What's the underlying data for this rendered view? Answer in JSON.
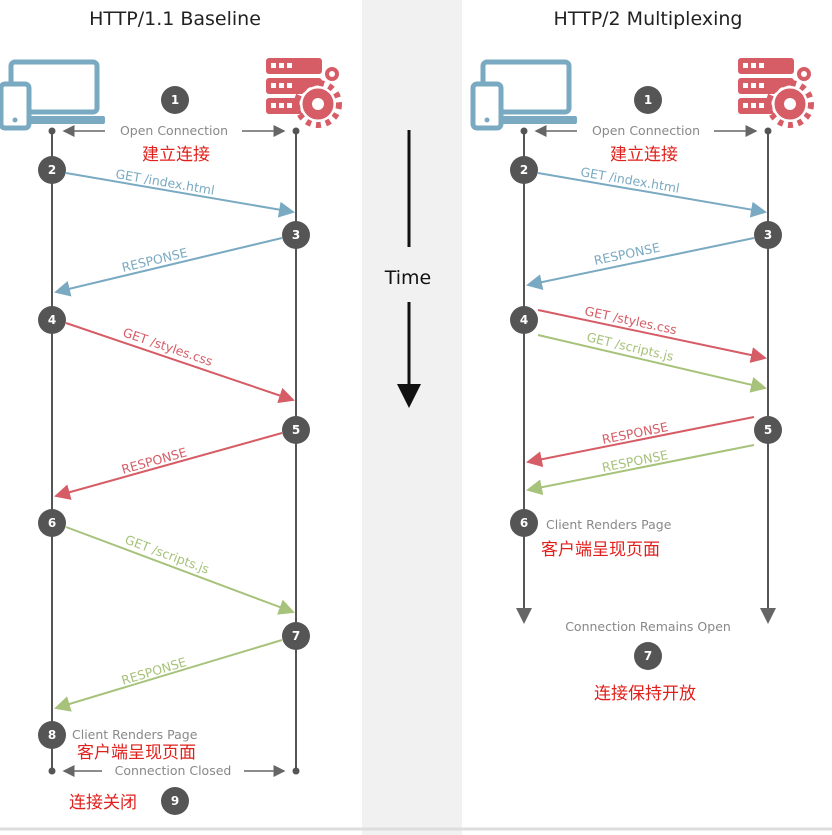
{
  "colors": {
    "blue": "#7aaac2",
    "red": "#d65c66",
    "green": "#a7c27a",
    "step": "#555555",
    "annotation": "#e0201c",
    "center_band": "#f1f1f1"
  },
  "left": {
    "title": "HTTP/1.1 Baseline",
    "client_icon": "devices-icon",
    "server_icon": "server-gear-icon",
    "open_connection": "Open Connection",
    "open_connection_cn": "建立连接",
    "steps": [
      "1",
      "2",
      "3",
      "4",
      "5",
      "6",
      "7",
      "8",
      "9"
    ],
    "messages": [
      "GET /index.html",
      "RESPONSE",
      "GET /styles.css",
      "RESPONSE",
      "GET /scripts.js",
      "RESPONSE"
    ],
    "client_renders": "Client Renders Page",
    "client_renders_cn": "客户端呈现页面",
    "connection_closed": "Connection Closed",
    "connection_closed_cn": "连接关闭"
  },
  "center": {
    "time_label": "Time"
  },
  "right": {
    "title": "HTTP/2 Multiplexing",
    "open_connection": "Open Connection",
    "open_connection_cn": "建立连接",
    "steps": [
      "1",
      "2",
      "3",
      "4",
      "5",
      "6",
      "7"
    ],
    "messages": [
      "GET /index.html",
      "RESPONSE",
      "GET /styles.css",
      "GET /scripts.js",
      "RESPONSE",
      "RESPONSE"
    ],
    "client_renders": "Client Renders Page",
    "client_renders_cn": "客户端呈现页面",
    "connection_open": "Connection Remains Open",
    "connection_open_cn": "连接保持开放"
  }
}
